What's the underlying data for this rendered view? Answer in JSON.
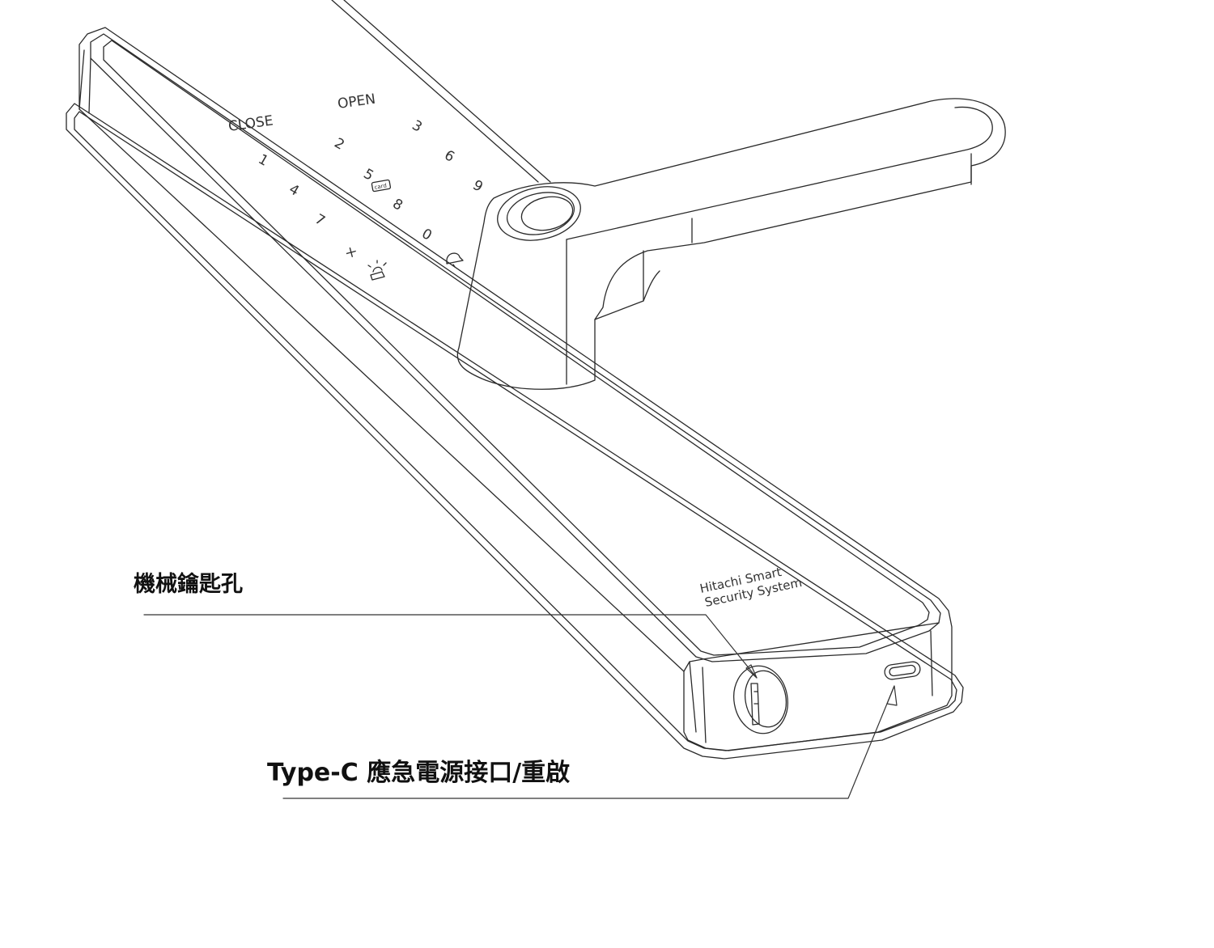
{
  "callouts": {
    "keyhole": "機械鑰匙孔",
    "typec": "Type-C 應急電源接口/重啟"
  },
  "keypad": {
    "close": "CLOSE",
    "open": "OPEN",
    "keys": [
      "1",
      "2",
      "3",
      "4",
      "5",
      "6",
      "7",
      "8",
      "9",
      "×",
      "0"
    ],
    "card": "card"
  },
  "brand": {
    "line1": "Hitachi Smart",
    "line2": "Security System"
  },
  "colors": {
    "line": "#2a2a2a",
    "background": "#ffffff"
  }
}
